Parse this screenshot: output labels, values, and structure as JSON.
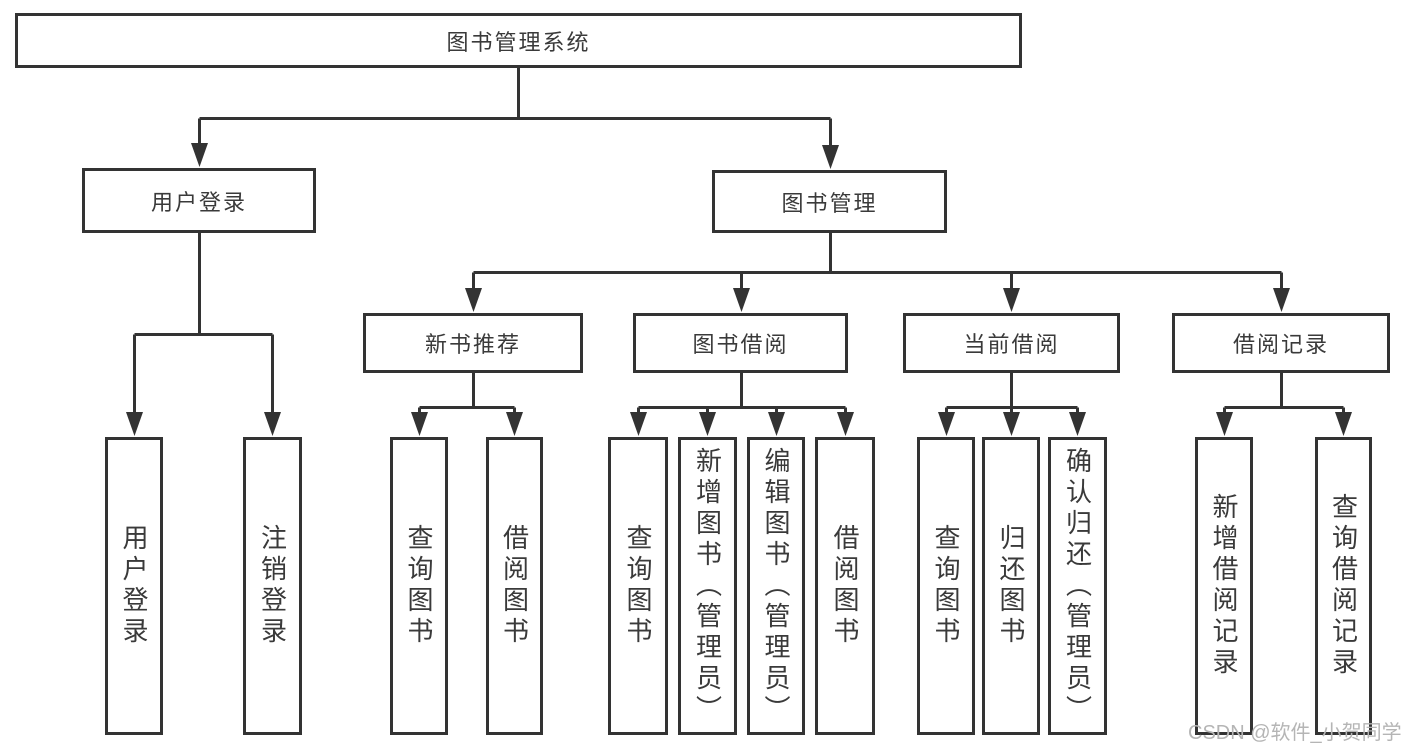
{
  "diagram": {
    "title": "图书管理系统",
    "nodes": {
      "root": {
        "label": "图书管理系统"
      },
      "user_login": {
        "label": "用户登录"
      },
      "book_mgmt": {
        "label": "图书管理"
      },
      "new_book_rec": {
        "label": "新书推荐"
      },
      "book_borrow": {
        "label": "图书借阅"
      },
      "current_borrow": {
        "label": "当前借阅"
      },
      "borrow_records": {
        "label": "借阅记录"
      },
      "leaf_user_login": {
        "label": "用户登录"
      },
      "leaf_logout": {
        "label": "注销登录"
      },
      "leaf_query_book_1": {
        "label": "查询图书"
      },
      "leaf_borrow_book_1": {
        "label": "借阅图书"
      },
      "leaf_query_book_2": {
        "label": "查询图书"
      },
      "leaf_add_book": {
        "label": "新增图书（管理员）"
      },
      "leaf_edit_book": {
        "label": "编辑图书（管理员）"
      },
      "leaf_borrow_book_2": {
        "label": "借阅图书"
      },
      "leaf_query_book_3": {
        "label": "查询图书"
      },
      "leaf_return_book": {
        "label": "归还图书"
      },
      "leaf_confirm_return": {
        "label": "确认归还（管理员）"
      },
      "leaf_add_record": {
        "label": "新增借阅记录"
      },
      "leaf_query_record": {
        "label": "查询借阅记录"
      }
    },
    "structure": {
      "root": {
        "children": {
          "user_login": [
            "leaf_user_login",
            "leaf_logout"
          ],
          "book_mgmt": {
            "new_book_rec": [
              "leaf_query_book_1",
              "leaf_borrow_book_1"
            ],
            "book_borrow": [
              "leaf_query_book_2",
              "leaf_add_book",
              "leaf_edit_book",
              "leaf_borrow_book_2"
            ],
            "current_borrow": [
              "leaf_query_book_3",
              "leaf_return_book",
              "leaf_confirm_return"
            ],
            "borrow_records": [
              "leaf_add_record",
              "leaf_query_record"
            ]
          }
        }
      }
    },
    "watermark": "CSDN @软件_小贺同学",
    "colors": {
      "line": "#333333",
      "text": "#3a3a3a",
      "watermark": "#b5b5b5",
      "background": "#ffffff"
    }
  }
}
